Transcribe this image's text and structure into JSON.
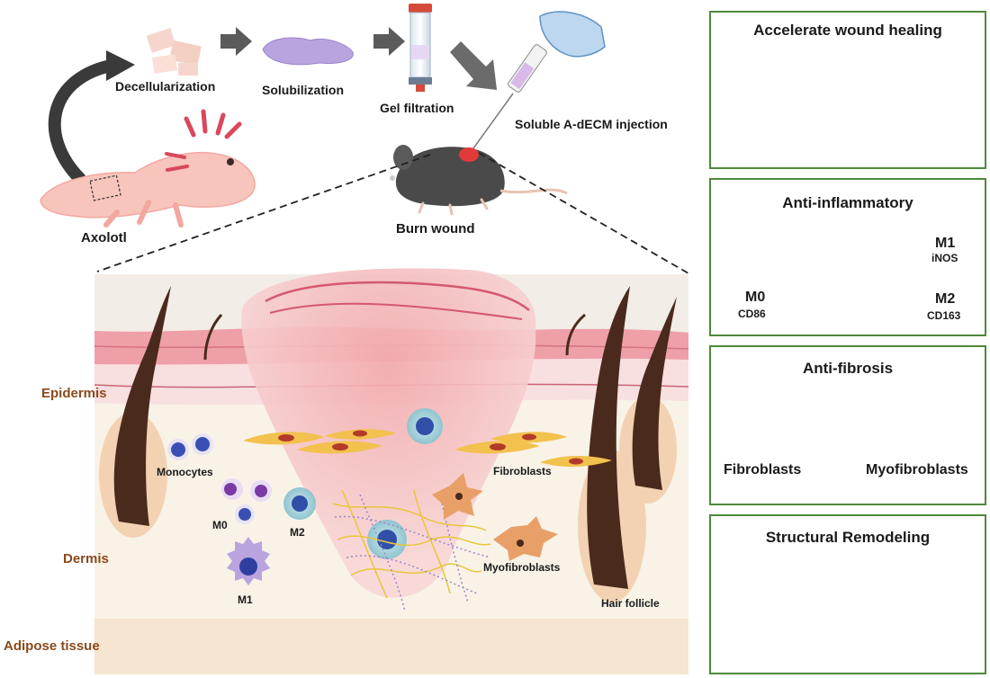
{
  "process": {
    "decellularization": "Decellularization",
    "solubilization": "Solubilization",
    "gel_filtration": "Gel filtration",
    "injection": "Soluble A-dECM injection",
    "axolotl": "Axolotl",
    "burn_wound": "Burn wound"
  },
  "skin": {
    "epidermis": "Epidermis",
    "dermis": "Dermis",
    "adipose": "Adipose tissue",
    "monocytes": "Monocytes",
    "m0": "M0",
    "m1": "M1",
    "m2": "M2",
    "fibroblasts": "Fibroblasts",
    "myofibroblasts": "Myofibroblasts",
    "hair_follicle": "Hair follicle"
  },
  "panels": {
    "wound_healing": {
      "title": "Accelerate wound healing"
    },
    "anti_inflammatory": {
      "title": "Anti-inflammatory",
      "m0": "M0",
      "cd86": "CD86",
      "m1": "M1",
      "inos": "iNOS",
      "m2": "M2",
      "cd163": "CD163"
    },
    "anti_fibrosis": {
      "title": "Anti-fibrosis",
      "fibroblasts": "Fibroblasts",
      "myofibroblasts": "Myofibroblasts"
    },
    "remodeling": {
      "title": "Structural Remodeling"
    }
  },
  "colors": {
    "panel_border": "#4e8a3a",
    "layer_label": "#8a4a1c",
    "dECM": "#b9a4e0",
    "skin_pink": "#f0b7b9",
    "wound_red": "#e23a3a"
  }
}
